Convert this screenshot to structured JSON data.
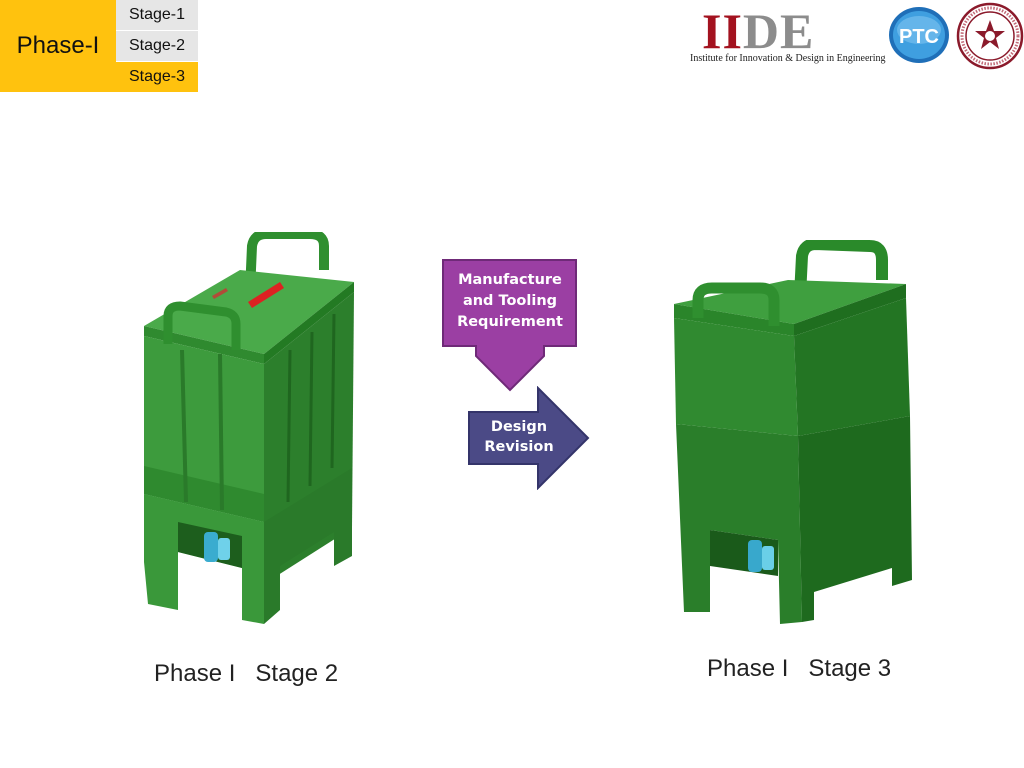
{
  "header": {
    "phase_label": "Phase-I",
    "stages": [
      "Stage-1",
      "Stage-2",
      "Stage-3"
    ],
    "active_stage_index": 2,
    "colors": {
      "accent": "#ffc20e",
      "inactive_stage": "#e6e6e6"
    }
  },
  "logos": {
    "iide": {
      "letters_red": "II",
      "letters_gray": "DE",
      "subtitle": "Institute for Innovation & Design in Engineering"
    },
    "ptc": {
      "text": "PTC"
    },
    "tamu": {
      "icon": "university-seal"
    }
  },
  "callouts": {
    "manufacture": "Manufacture and Tooling Requirement",
    "design_revision": "Design Revision",
    "colors": {
      "manufacture": "#9b3fa3",
      "design_revision": "#4b4a86"
    }
  },
  "captions": {
    "left": "Phase I   Stage 2",
    "right": "Phase I   Stage 3"
  },
  "images": {
    "left": "beverage-dispenser-stage-2",
    "right": "beverage-dispenser-stage-3"
  }
}
